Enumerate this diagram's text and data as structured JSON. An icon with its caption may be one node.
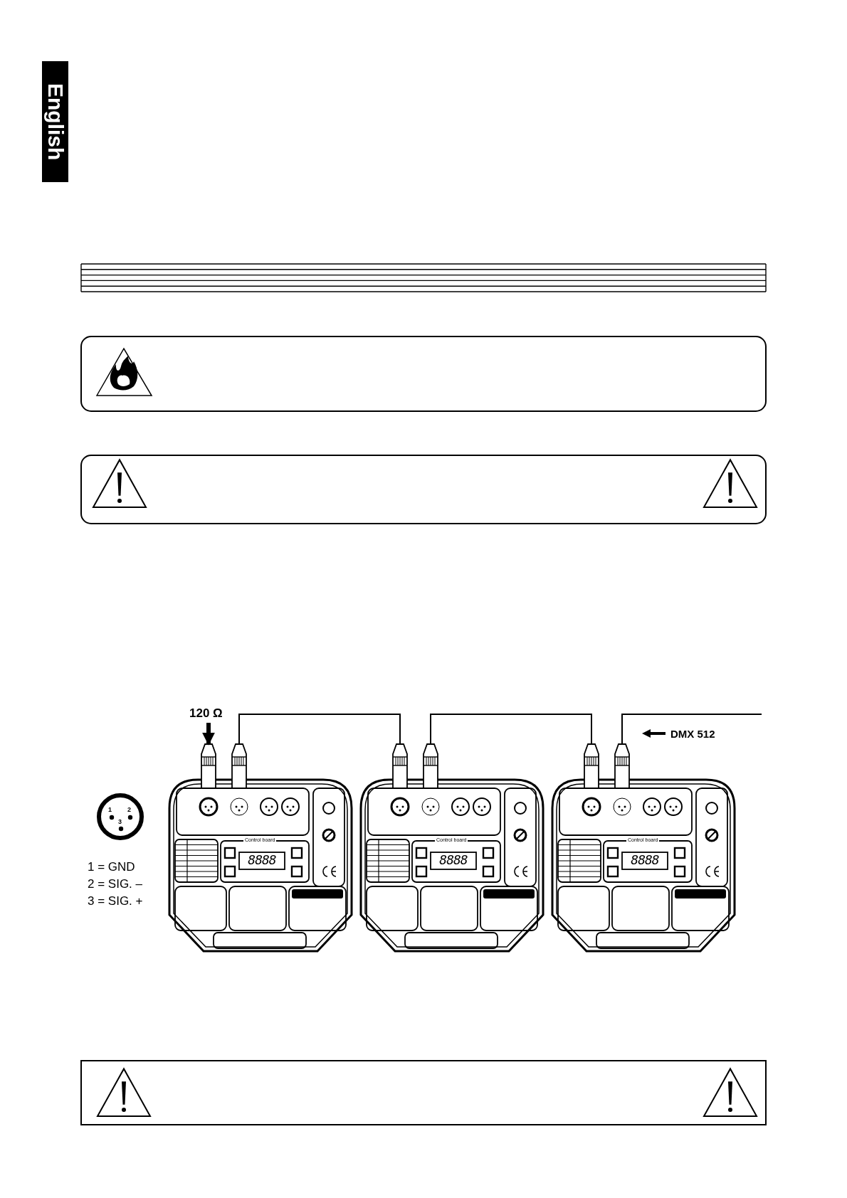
{
  "diagram": {
    "nodes": [
      {
        "text": [
          "120 Ω"
        ]
      },
      {
        "text": [
          "Control board",
          "8888"
        ]
      },
      {
        "text": [
          "Control board",
          "8888"
        ]
      },
      {
        "text": [
          "Control board",
          "8888"
        ]
      }
    ],
    "edges": [
      {
        "from": 0,
        "to": 1,
        "arrow": "to",
        "style": "thick"
      },
      {
        "from": 1,
        "to": 2,
        "arrow": "none"
      },
      {
        "from": 2,
        "to": 3,
        "arrow": "none"
      },
      {
        "from": null,
        "to": 3,
        "arrow": "none"
      }
    ],
    "labels": [
      "English",
      "1",
      "2",
      "3",
      "1 = GND",
      "2 = SIG. –",
      "3 = SIG. +",
      "DMX 512"
    ]
  }
}
